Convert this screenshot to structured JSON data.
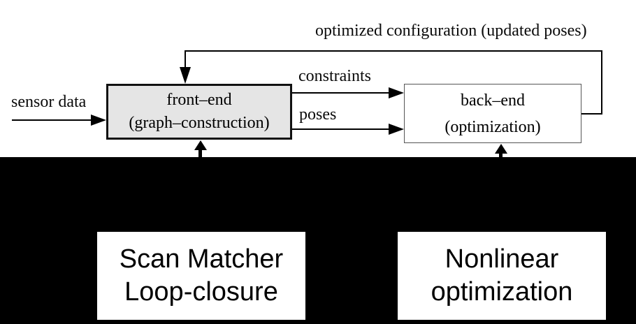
{
  "diagram": {
    "feedback_label": "optimized configuration (updated poses)",
    "sensor_label": "sensor data",
    "constraints_label": "constraints",
    "poses_label": "poses",
    "front_end": {
      "line1": "front–end",
      "line2": "(graph–construction)"
    },
    "back_end": {
      "line1": "back–end",
      "line2": "(optimization)"
    },
    "colors": {
      "front_end_fill": "#e5e5e5",
      "front_end_border": "#111111",
      "back_end_border": "#555555",
      "line": "#000000"
    }
  },
  "overlay": {
    "background": "#000000",
    "box_fill": "#ffffff",
    "scan_matcher": {
      "line1": "Scan Matcher",
      "line2": "Loop-closure"
    },
    "nonlinear": {
      "line1": "Nonlinear",
      "line2": "optimization"
    }
  }
}
